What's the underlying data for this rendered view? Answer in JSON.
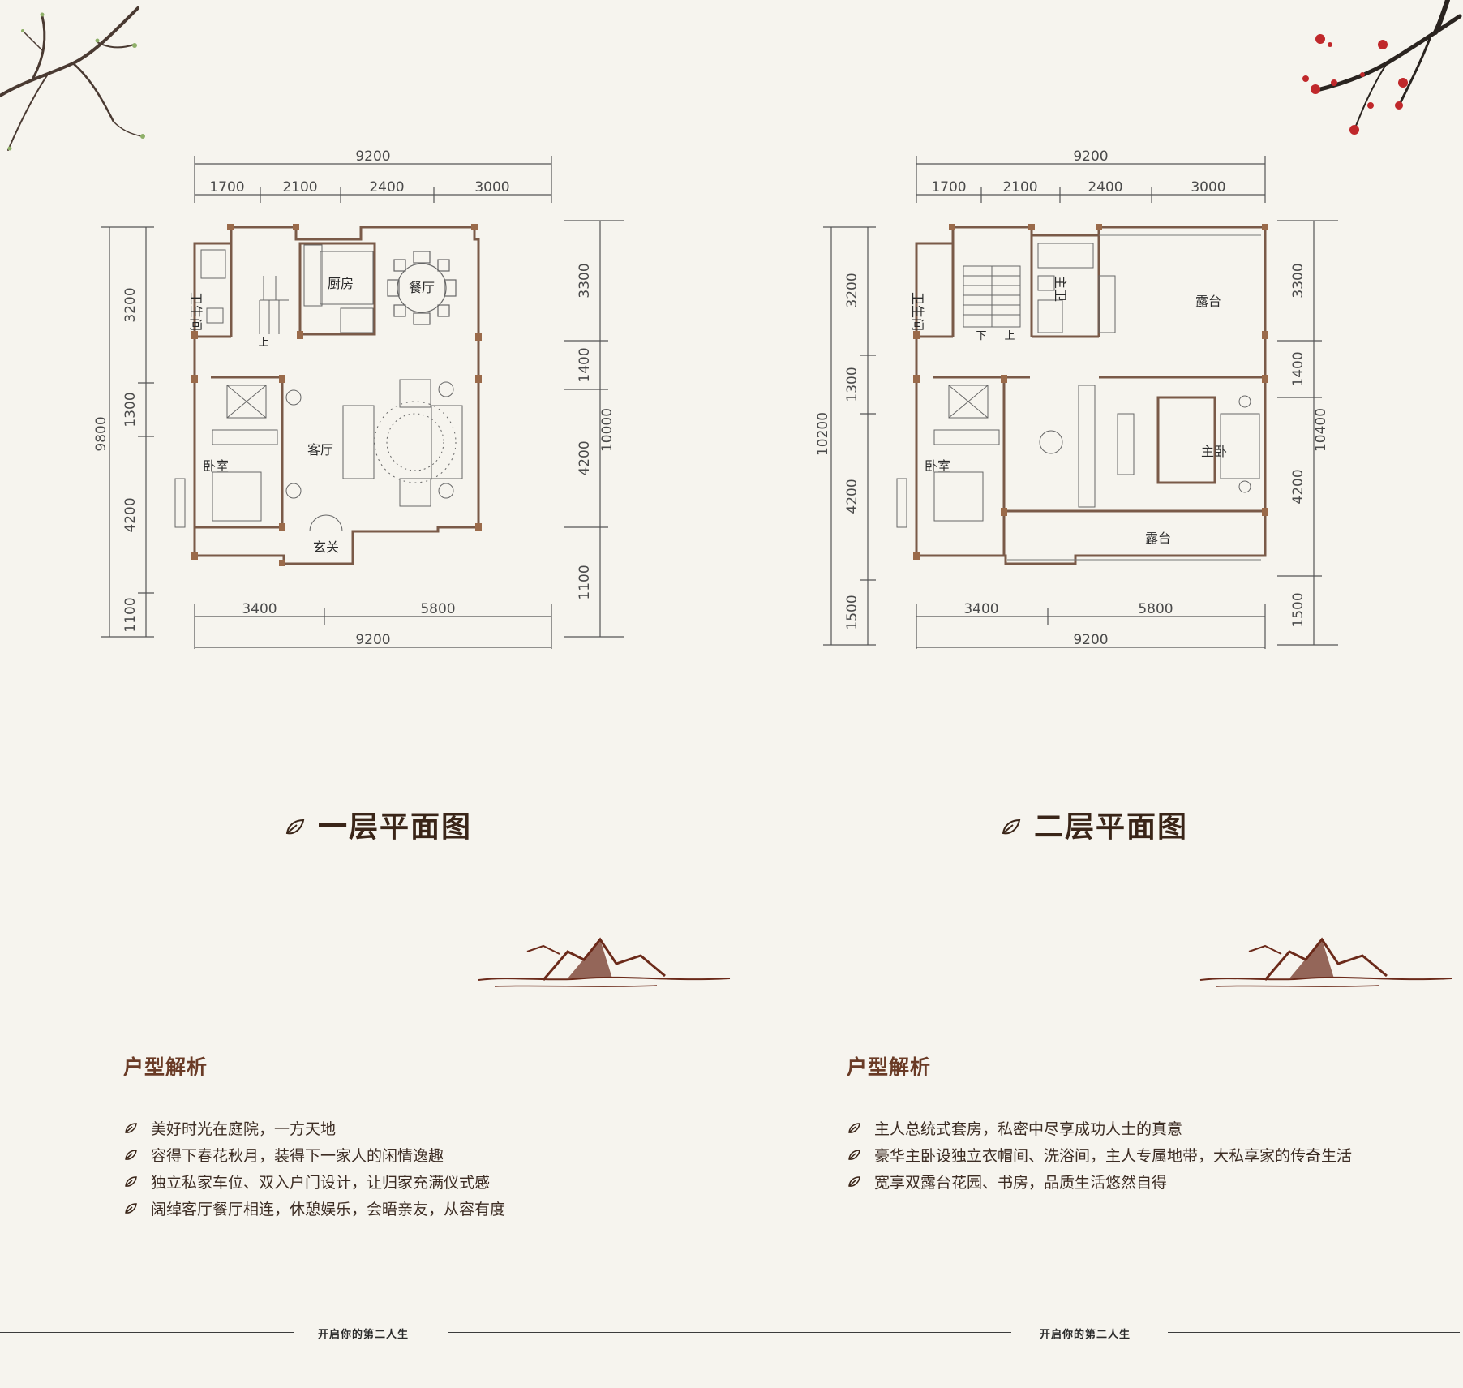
{
  "plans": [
    {
      "title": "一层平面图",
      "top_total": "9200",
      "top_segments": [
        "1700",
        "2100",
        "2400",
        "3000"
      ],
      "bottom_segments": [
        "3400",
        "5800"
      ],
      "bottom_total": "9200",
      "left_total": "9800",
      "left_segments": [
        "3200",
        "1300",
        "4200",
        "1100"
      ],
      "right_total": "10000",
      "right_segments": [
        "3300",
        "1400",
        "4200",
        "1100"
      ],
      "rooms": {
        "bath": "卫生间",
        "kitchen": "厨房",
        "dining": "餐厅",
        "living": "客厅",
        "bedroom": "卧室",
        "entry": "玄关",
        "stair_up": "上"
      }
    },
    {
      "title": "二层平面图",
      "top_total": "9200",
      "top_segments": [
        "1700",
        "2100",
        "2400",
        "3000"
      ],
      "bottom_segments": [
        "3400",
        "5800"
      ],
      "bottom_total": "9200",
      "left_total": "10200",
      "left_segments": [
        "3200",
        "1300",
        "4200",
        "1500"
      ],
      "right_total": "10400",
      "right_segments": [
        "3300",
        "1400",
        "4200",
        "1500"
      ],
      "rooms": {
        "bath": "卫生间",
        "master_bath": "主卫",
        "terrace_top": "露台",
        "terrace_bottom": "露台",
        "bedroom": "卧室",
        "master_bedroom": "主卧",
        "stair_down": "下",
        "stair_up": "上"
      }
    }
  ],
  "analysis": [
    {
      "heading": "户型解析",
      "bullets": [
        "美好时光在庭院，一方天地",
        "容得下春花秋月，装得下一家人的闲情逸趣",
        "独立私家车位、双入户门设计，让归家充满仪式感",
        "阔绰客厅餐厅相连，休憩娱乐，会晤亲友，从容有度"
      ]
    },
    {
      "heading": "户型解析",
      "bullets": [
        "主人总统式套房，私密中尽享成功人士的真意",
        "豪华主卧设独立衣帽间、洗浴间，主人专属地带，大私享家的传奇生活",
        "宽享双露台花园、书房，品质生活悠然自得"
      ]
    }
  ],
  "footer": {
    "left_text": "开启你的第二人生",
    "right_text": "开启你的第二人生"
  },
  "colors": {
    "background": "#f6f4ee",
    "accent_brown": "#6a3b26",
    "wall_brown": "#9a6a4a",
    "blossom_red": "#c0282b"
  }
}
